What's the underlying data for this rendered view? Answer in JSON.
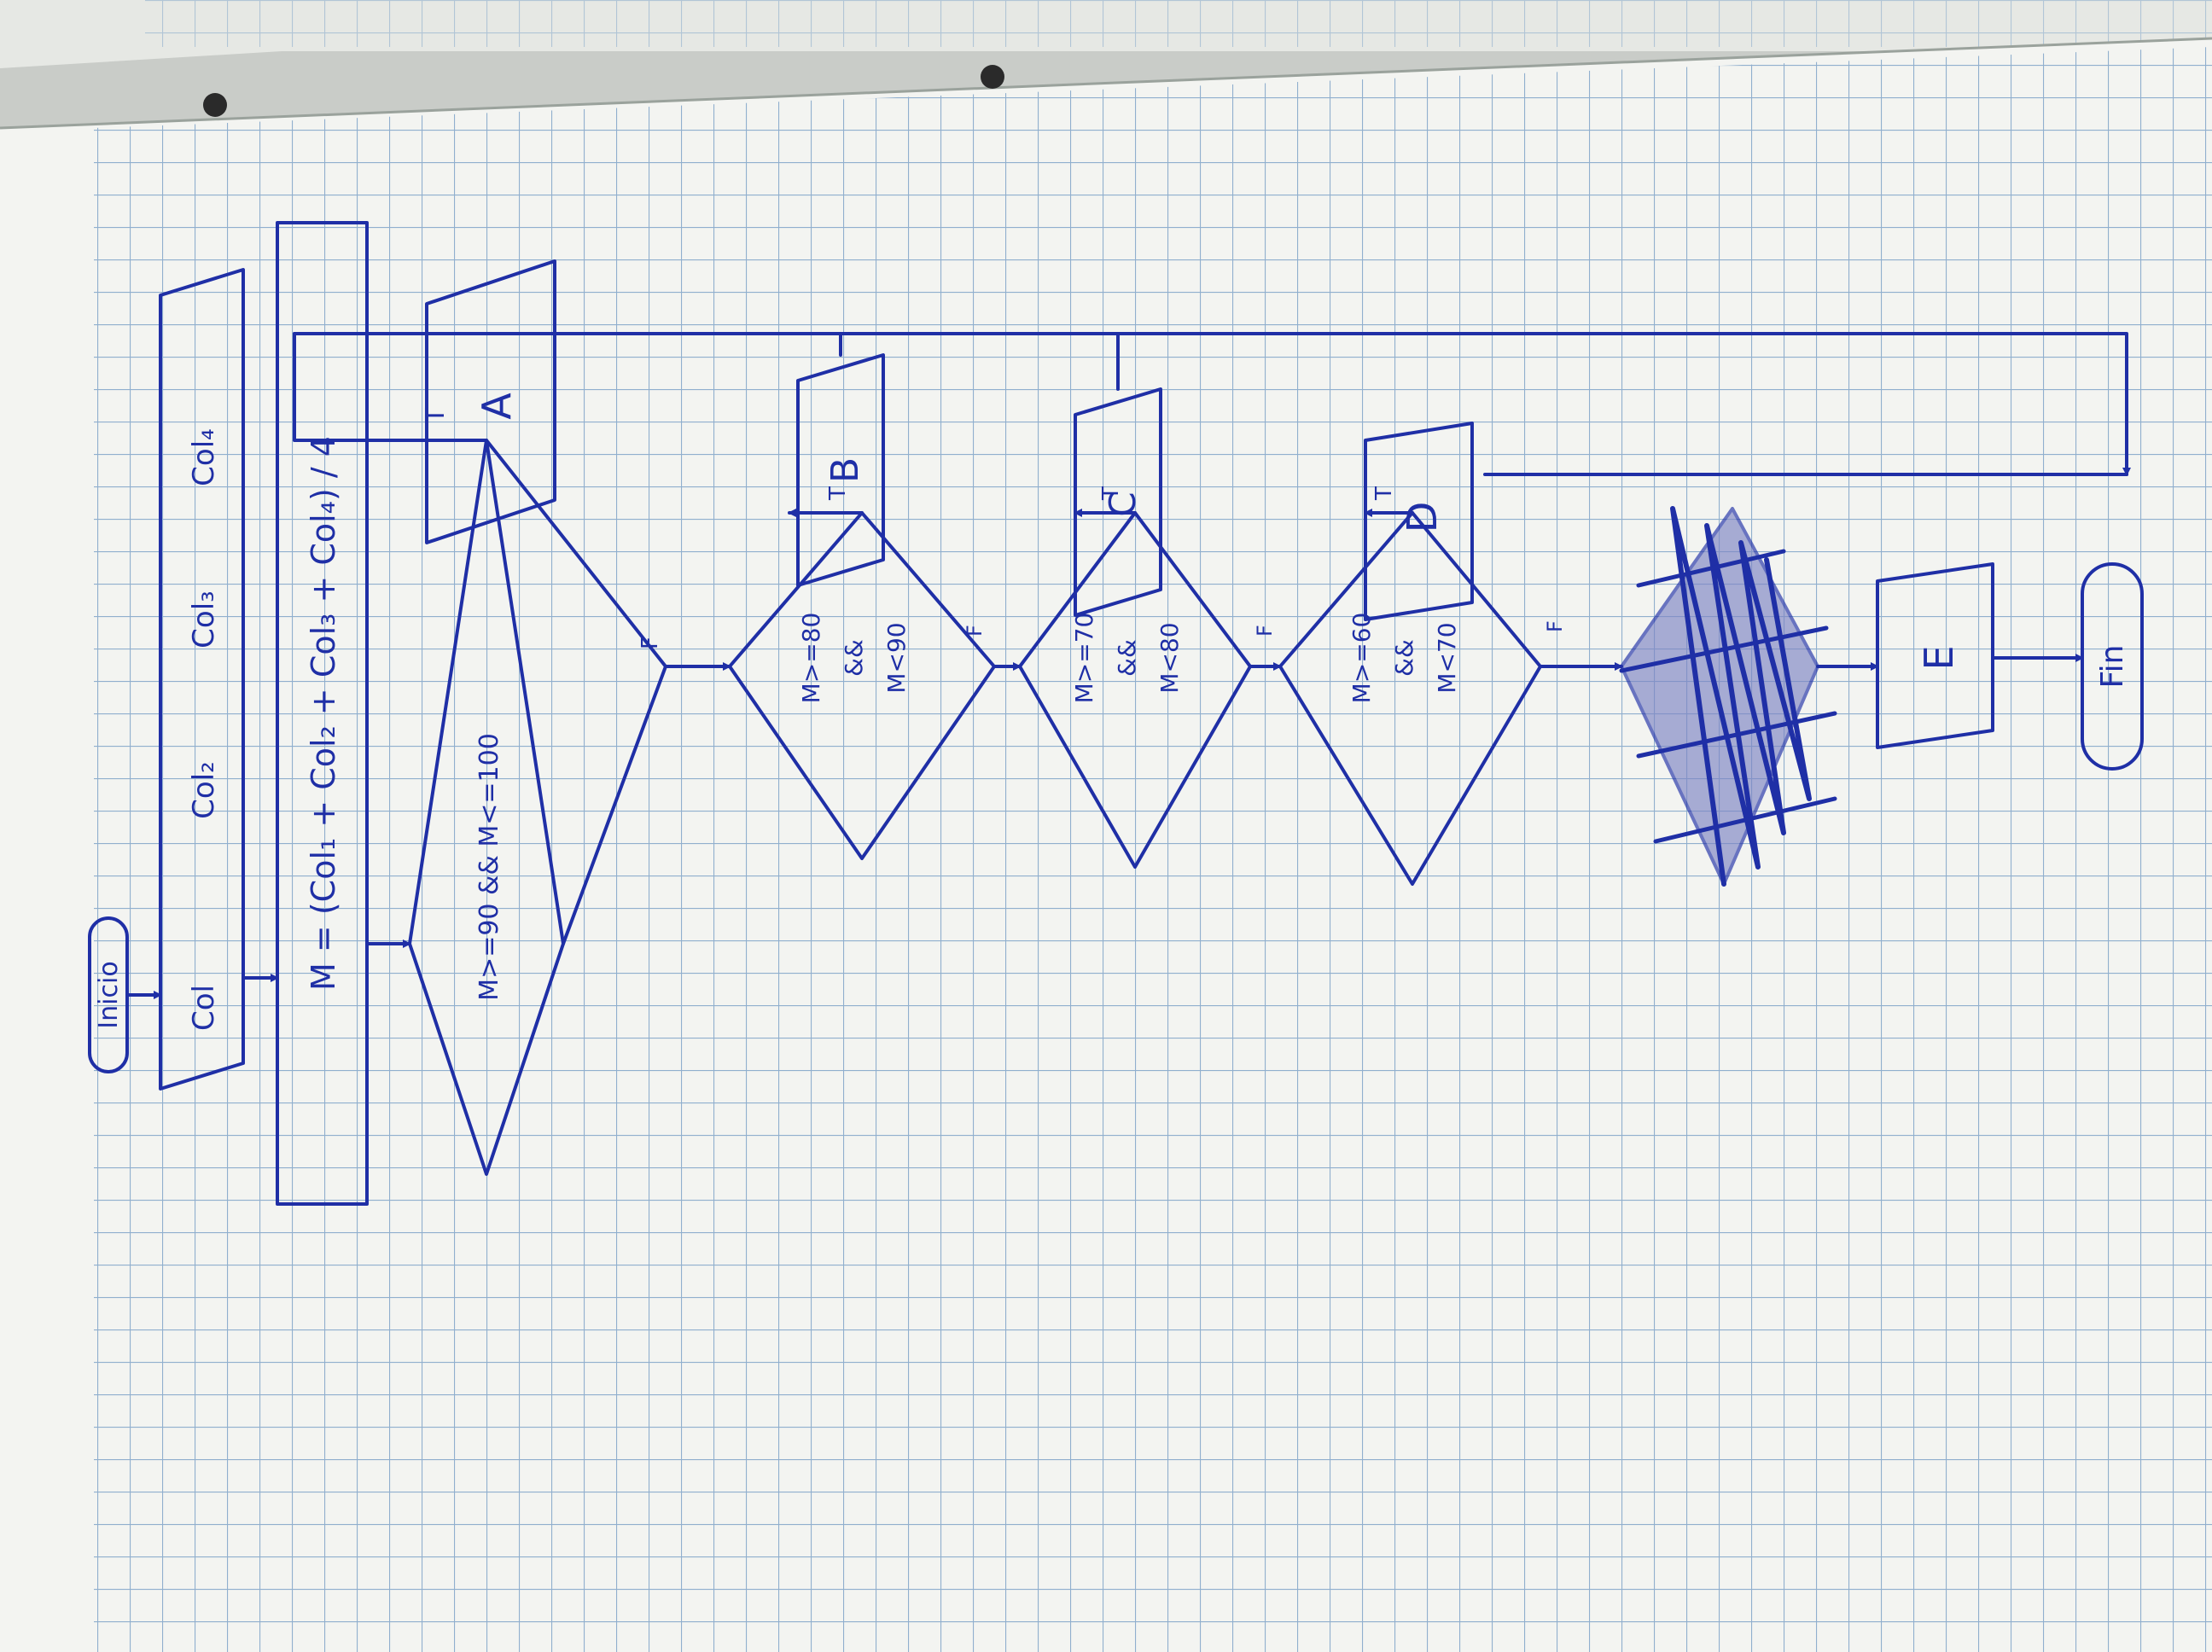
{
  "diagram": {
    "start": "Inicio",
    "input": [
      "Col",
      "Col₂",
      "Col₃",
      "Col₄"
    ],
    "process": "M = (Col₁ + Col₂ + Col₃ + Col₄) / 4",
    "decisions": [
      {
        "lines": [
          "M>=90 && M<=100"
        ],
        "true_label": "T",
        "false_label": "F"
      },
      {
        "lines": [
          "M>=80",
          "&&",
          "M<90"
        ],
        "true_label": "T",
        "false_label": "F"
      },
      {
        "lines": [
          "M>=70",
          "&&",
          "M<80"
        ],
        "true_label": "T",
        "false_label": "F"
      },
      {
        "lines": [
          "M>=60",
          "&&",
          "M<70"
        ],
        "true_label": "T",
        "false_label": "F"
      }
    ],
    "outputs": [
      "A",
      "B",
      "C",
      "D",
      "E"
    ],
    "end": "Fin"
  },
  "colors": {
    "ink": "#1f2fa6",
    "grid": "#7fa3c8",
    "paper": "#f3f4f1",
    "background": "#c9ccc8"
  }
}
